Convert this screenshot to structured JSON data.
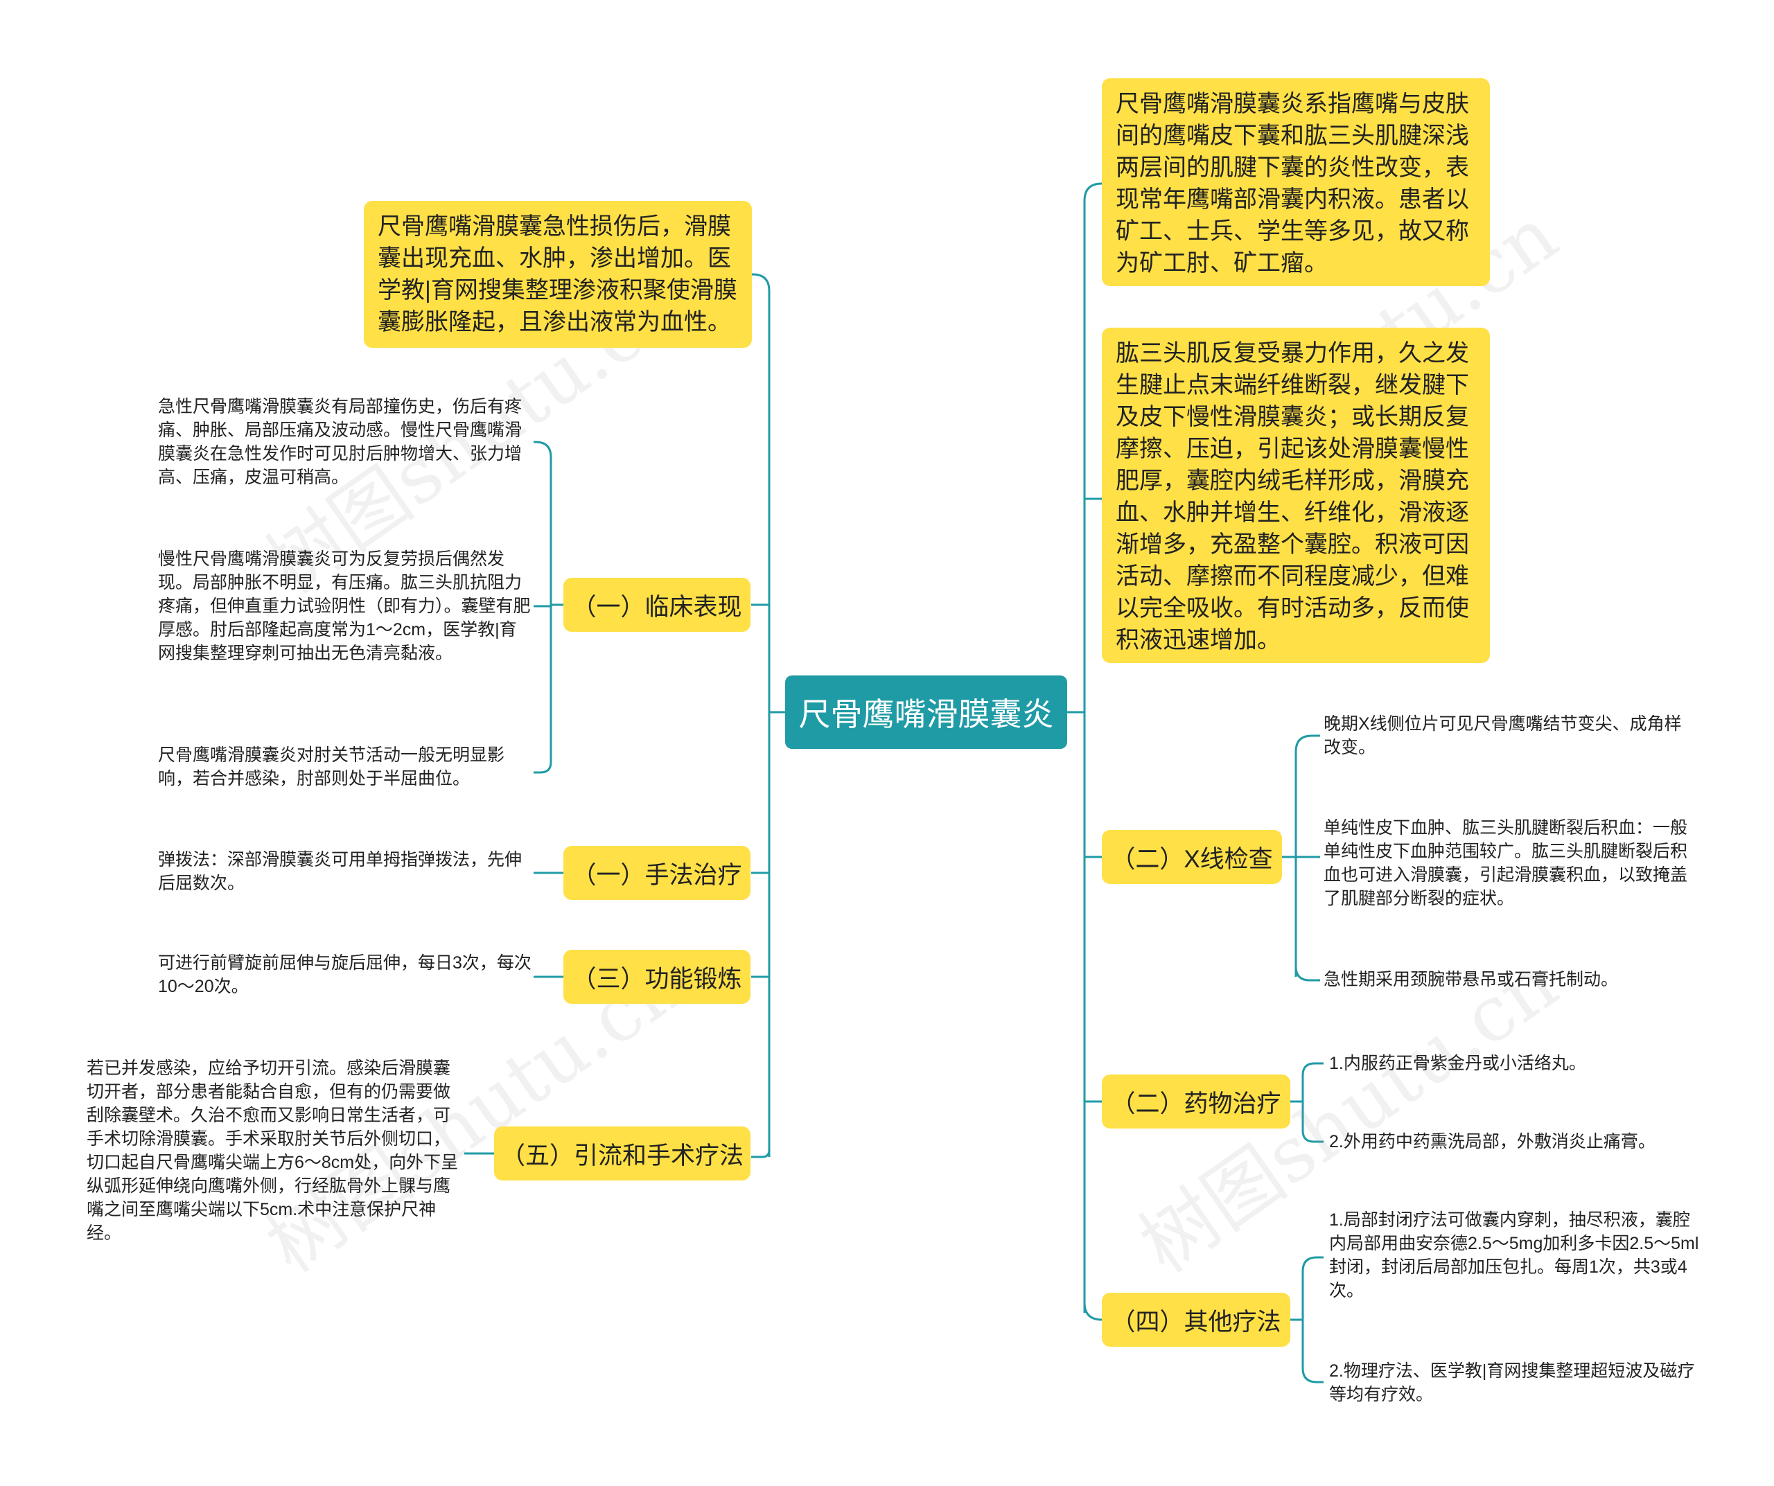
{
  "center": {
    "title": "尺骨鹰嘴滑膜囊炎"
  },
  "left": {
    "top_box": "尺骨鹰嘴滑膜囊急性损伤后，滑膜囊出现充血、水肿，渗出增加。医学教|育网搜集整理渗液积聚使滑膜囊膨胀隆起，且渗出液常为血性。",
    "clinical": {
      "label": "（一）临床表现",
      "leaves": [
        "急性尺骨鹰嘴滑膜囊炎有局部撞伤史，伤后有疼痛、肿胀、局部压痛及波动感。慢性尺骨鹰嘴滑膜囊炎在急性发作时可见肘后肿物增大、张力增高、压痛，皮温可稍高。",
        "慢性尺骨鹰嘴滑膜囊炎可为反复劳损后偶然发现。局部肿胀不明显，有压痛。肱三头肌抗阻力疼痛，但伸直重力试验阴性（即有力）。囊壁有肥厚感。肘后部隆起高度常为1～2cm，医学教|育网搜集整理穿刺可抽出无色清亮黏液。",
        "尺骨鹰嘴滑膜囊炎对肘关节活动一般无明显影响，若合并感染，肘部则处于半屈曲位。"
      ]
    },
    "manual": {
      "label": "（一）手法治疗",
      "leaf": "弹拨法：深部滑膜囊炎可用单拇指弹拨法，先伸后屈数次。"
    },
    "exercise": {
      "label": "（三）功能锻炼",
      "leaf": "可进行前臂旋前屈伸与旋后屈伸，每日3次，每次10～20次。"
    },
    "surgery": {
      "label": "（五）引流和手术疗法",
      "leaf": "若已并发感染，应给予切开引流。感染后滑膜囊切开者，部分患者能黏合自愈，但有的仍需要做刮除囊壁术。久治不愈而又影响日常生活者，可手术切除滑膜囊。手术采取肘关节后外侧切口，切口起自尺骨鹰嘴尖端上方6～8cm处，向外下呈纵弧形延伸绕向鹰嘴外侧，行经肱骨外上髁与鹰嘴之间至鹰嘴尖端以下5cm.术中注意保护尺神经。"
    }
  },
  "right": {
    "box1": "尺骨鹰嘴滑膜囊炎系指鹰嘴与皮肤间的鹰嘴皮下囊和肱三头肌腱深浅两层间的肌腱下囊的炎性改变，表现常年鹰嘴部滑囊内积液。患者以矿工、士兵、学生等多见，故又称为矿工肘、矿工瘤。",
    "box2": "肱三头肌反复受暴力作用，久之发生腱止点末端纤维断裂，继发腱下及皮下慢性滑膜囊炎；或长期反复摩擦、压迫，引起该处滑膜囊慢性肥厚，囊腔内绒毛样形成，滑膜充血、水肿并增生、纤维化，滑液逐渐增多，充盈整个囊腔。积液可因活动、摩擦而不同程度减少，但难以完全吸收。有时活动多，反而使积液迅速增加。",
    "xray": {
      "label": "（二）X线检查",
      "leaves": [
        "晚期X线侧位片可见尺骨鹰嘴结节变尖、成角样改变。",
        "单纯性皮下血肿、肱三头肌腱断裂后积血：一般单纯性皮下血肿范围较广。肱三头肌腱断裂后积血也可进入滑膜囊，引起滑膜囊积血，以致掩盖了肌腱部分断裂的症状。",
        "急性期采用颈腕带悬吊或石膏托制动。"
      ]
    },
    "drug": {
      "label": "（二）药物治疗",
      "leaves": [
        "1.内服药正骨紫金丹或小活络丸。",
        "2.外用药中药熏洗局部，外敷消炎止痛膏。"
      ]
    },
    "other": {
      "label": "（四）其他疗法",
      "leaves": [
        "1.局部封闭疗法可做囊内穿刺，抽尽积液，囊腔内局部用曲安奈德2.5～5mg加利多卡因2.5～5ml封闭，封闭后局部加压包扎。每周1次，共3或4次。",
        "2.物理疗法、医学教|育网搜集整理超短波及磁疗等均有疗效。"
      ]
    }
  },
  "watermark": {
    "text": "树图shutu.cn"
  },
  "colors": {
    "line": "#1f9ba6",
    "node": "#ffe046",
    "center": "#1f9ba6"
  }
}
